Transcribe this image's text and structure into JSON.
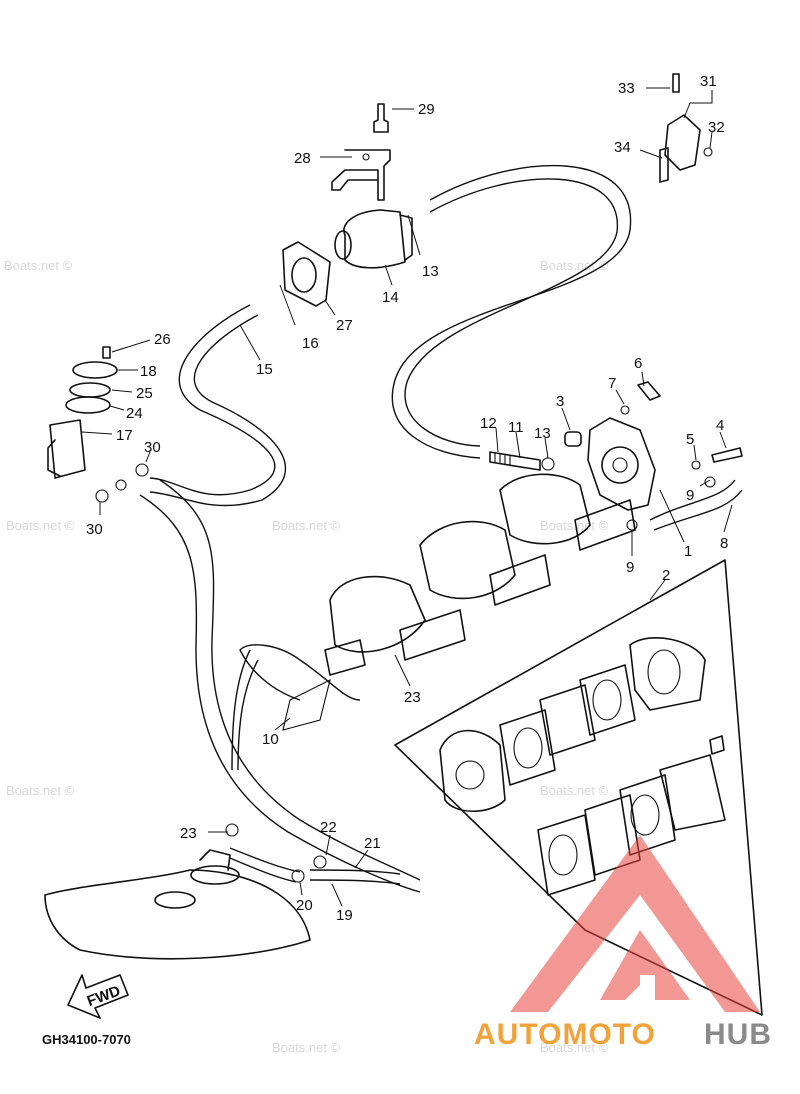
{
  "drawing_code": "GH34100-7070",
  "direction_label": "FWD",
  "watermark": "Boats.net ©",
  "brand": {
    "part1": "AUTOMOTO",
    "part2": "HUB",
    "color1": "#f2a23a",
    "color2": "#8a8a8a",
    "logo_color": "#e8413a"
  },
  "part_labels": {
    "p1": "1",
    "p2": "2",
    "p3": "3",
    "p4": "4",
    "p5": "5",
    "p6": "6",
    "p7": "7",
    "p8": "8",
    "p9a": "9",
    "p9b": "9",
    "p10": "10",
    "p11": "11",
    "p12": "12",
    "p13a": "13",
    "p13b": "13",
    "p14": "14",
    "p15": "15",
    "p16": "16",
    "p17": "17",
    "p18": "18",
    "p19": "19",
    "p20": "20",
    "p21": "21",
    "p22": "22",
    "p23a": "23",
    "p23b": "23",
    "p24": "24",
    "p25": "25",
    "p26": "26",
    "p27": "27",
    "p28": "28",
    "p29": "29",
    "p30a": "30",
    "p30b": "30",
    "p31": "31",
    "p32": "32",
    "p33": "33",
    "p34": "34"
  }
}
